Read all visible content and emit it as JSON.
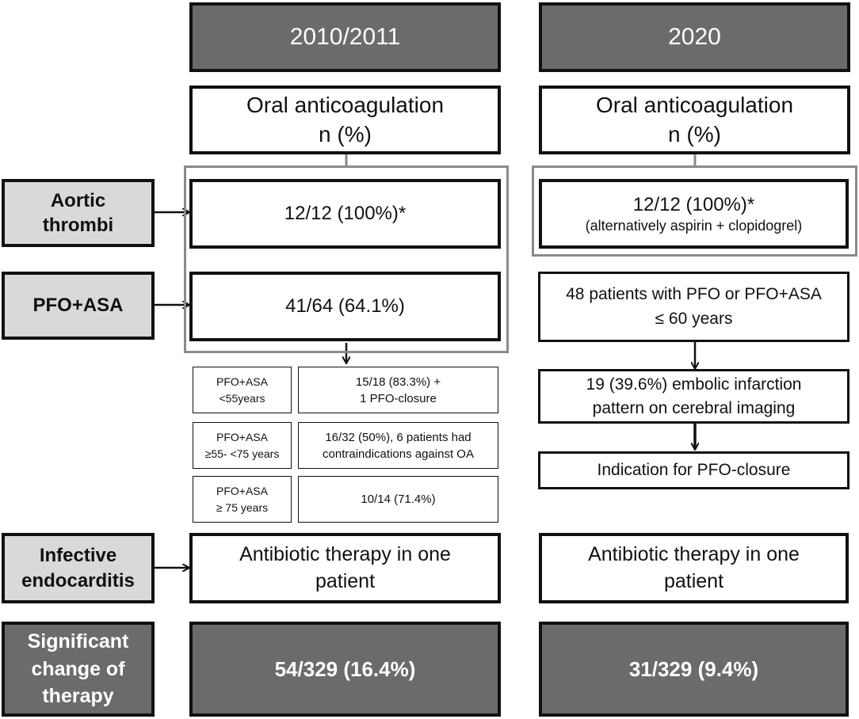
{
  "headers": {
    "left": "2010/2011",
    "right": "2020"
  },
  "oa": {
    "left": [
      "Oral anticoagulation",
      "n (%)"
    ],
    "right": [
      "Oral anticoagulation",
      "n (%)"
    ]
  },
  "categories": {
    "aortic": [
      "Aortic",
      "thrombi"
    ],
    "pfo": "PFO+ASA",
    "infective": [
      "Infective",
      "endocarditis"
    ],
    "significant": [
      "Significant",
      "change of",
      "therapy"
    ]
  },
  "left": {
    "aortic": "12/12 (100%)*",
    "pfo": "41/64 (64.1%)",
    "subgroups": [
      {
        "label": [
          "PFO+ASA",
          "<55years"
        ],
        "value": [
          "15/18 (83.3%) +",
          "1 PFO-closure"
        ]
      },
      {
        "label": [
          "PFO+ASA",
          "≥55- <75 years"
        ],
        "value": [
          "16/32 (50%), 6 patients had",
          "contraindications against OA"
        ]
      },
      {
        "label": [
          "PFO+ASA",
          "≥ 75 years"
        ],
        "value": [
          "10/14 (71.4%)"
        ]
      }
    ],
    "infective": [
      "Antibiotic therapy in one",
      "patient"
    ],
    "significant": "54/329 (16.4%)"
  },
  "right": {
    "aortic": [
      "12/12 (100%)*",
      "(alternatively aspirin + clopidogrel)"
    ],
    "pfo": [
      "48 patients with PFO or PFO+ASA",
      "≤ 60 years"
    ],
    "embolic": [
      "19 (39.6%) embolic infarction",
      "pattern on cerebral imaging"
    ],
    "indication": "Indication for PFO-closure",
    "infective": [
      "Antibiotic therapy in one",
      "patient"
    ],
    "significant": "31/329 (9.4%)"
  }
}
